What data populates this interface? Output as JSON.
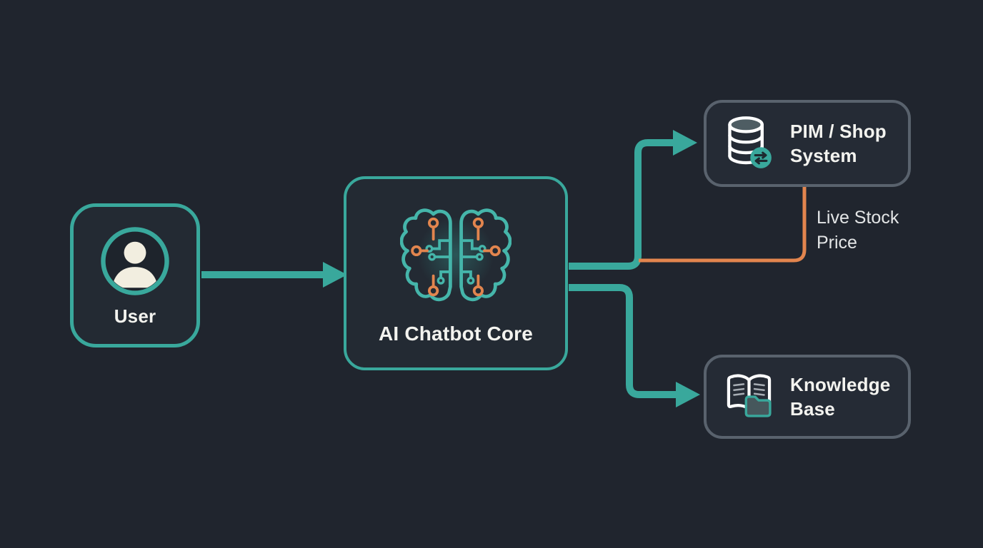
{
  "nodes": {
    "user": {
      "label": "User",
      "icon": "user-avatar-icon"
    },
    "chatbot": {
      "label": "AI Chatbot Core",
      "icon": "brain-circuit-icon"
    },
    "pim": {
      "label": "PIM / Shop System",
      "icon": "database-sync-icon"
    },
    "knowledge": {
      "label": "Knowledge Base",
      "icon": "book-folder-icon"
    }
  },
  "edges": {
    "user_to_chatbot": {
      "from": "user",
      "to": "chatbot",
      "color": "#39a89c"
    },
    "chatbot_to_pim": {
      "from": "chatbot",
      "to": "pim",
      "color": "#39a89c"
    },
    "chatbot_to_knowledge": {
      "from": "chatbot",
      "to": "knowledge",
      "color": "#39a89c"
    },
    "pim_return": {
      "from": "pim",
      "to": "chatbot",
      "label": "Live Stock Price",
      "color": "#e2854e"
    }
  },
  "colors": {
    "background": "#20252e",
    "teal_accent": "#39a89c",
    "orange_accent": "#e2854e",
    "gray_border": "#59626d",
    "box_fill": "#242a34",
    "label_text": "#f3f3ef",
    "edge_label_text": "#e3e5e6",
    "icon_cream": "#f2eee0",
    "icon_white": "#ffffff"
  }
}
